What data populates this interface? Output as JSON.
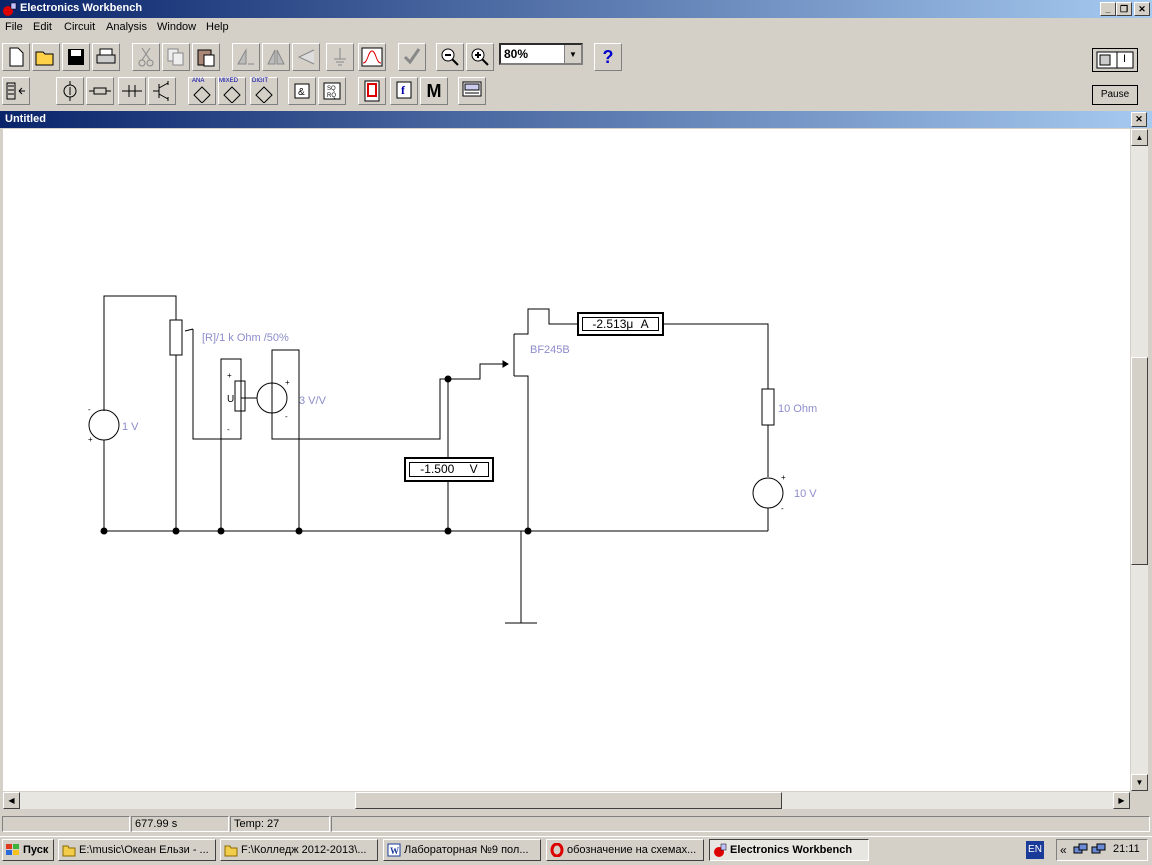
{
  "window": {
    "title": "Electronics Workbench"
  },
  "menu": [
    "File",
    "Edit",
    "Circuit",
    "Analysis",
    "Window",
    "Help"
  ],
  "toolbar": {
    "zoom": "80%",
    "help_label": "?",
    "pause_label": "Pause",
    "power_label": "I"
  },
  "parts_bin": {
    "ana_label": "ANA",
    "mixed_label": "MIXED",
    "digit_label": "DIGIT",
    "misc_label": "M"
  },
  "document": {
    "title": "Untitled"
  },
  "circuit": {
    "potentiometer_label": "[R]/1 k Ohm /50%",
    "source_left_label": "1 V",
    "vcvs_label": "3 V/V",
    "vcvs_u_label": "U",
    "voltmeter_value": "-1.500",
    "voltmeter_unit": "V",
    "ammeter_value": "-2.513μ",
    "ammeter_unit": "A",
    "transistor_label": "BF245B",
    "resistor_label": "10  Ohm",
    "source_right_label": "10 V"
  },
  "status": {
    "time": "677.99 s",
    "temp": "Temp:  27"
  },
  "taskbar": {
    "start": "Пуск",
    "tasks": [
      "E:\\music\\Океан Ельзи - ...",
      "F:\\Колледж 2012-2013\\...",
      "Лабораторная №9 пол...",
      "обозначение на схемах...",
      "Electronics Workbench"
    ],
    "lang": "EN",
    "clock": "21:11"
  }
}
